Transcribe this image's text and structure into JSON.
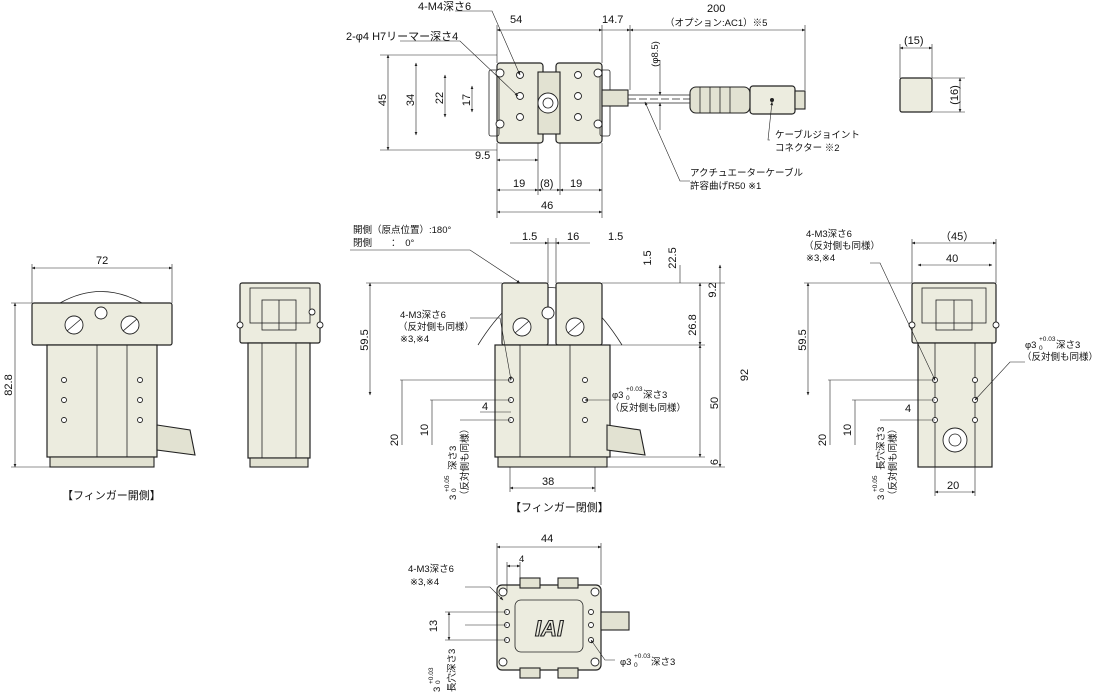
{
  "top_view": {
    "dims": {
      "w54": "54",
      "w14_7": "14.7",
      "w200": "200",
      "option": "（オプション:AC1）※5",
      "h45": "45",
      "h34": "34",
      "h22": "22",
      "h17": "17",
      "w9_5": "9.5",
      "w19a": "19",
      "w8": "(8)",
      "w19b": "19",
      "w46": "46",
      "d8_5": "(φ8.5)"
    },
    "labels": {
      "m4": "4-M4深さ6",
      "phi4": "2-φ4 H7リーマー深さ4",
      "connector1": "ケーブルジョイント",
      "connector2": "コネクター ※2",
      "cable1": "アクチュエーターケーブル",
      "cable2": "許容曲げR50 ※1"
    }
  },
  "top_right": {
    "w15": "(15)",
    "h16": "(16)"
  },
  "left_view": {
    "w72": "72",
    "h82_8": "82.8",
    "caption": "【フィンガー開側】"
  },
  "center_view": {
    "open_label": "開側（原点位置）:180°",
    "close_label": "閉側　　：　0°",
    "dims": {
      "w1_5a": "1.5",
      "w16": "16",
      "w1_5b": "1.5",
      "h1_5": "1.5",
      "h22_5": "22.5",
      "h9_2": "9.2",
      "h26_8": "26.8",
      "h92": "92",
      "h59_5": "59.5",
      "h50": "50",
      "h6": "6",
      "h20": "20",
      "h10": "10",
      "w4": "4",
      "w38": "38"
    },
    "labels": {
      "m3a": "4-M3深さ6",
      "m3b": "（反対側も同様）",
      "m3c": "※3,※4",
      "phi3a": "φ3",
      "phi3tol": "+0.03",
      "phi3zero": "0",
      "phi3b": "深さ3",
      "phi3c": "（反対側も同様）",
      "slot1": "3",
      "slot1tol": "+0.05",
      "slot1zero": "0",
      "slot2": "深さ3",
      "slot3": "（反対側も同様）"
    },
    "caption": "【フィンガー閉側】"
  },
  "right_view": {
    "dims": {
      "w45": "（45）",
      "w40": "40",
      "h59_5": "59.5",
      "h20": "20",
      "h10": "10",
      "w4": "4",
      "w20": "20"
    },
    "labels": {
      "m3a": "4-M3深さ6",
      "m3b": "（反対側も同様）",
      "m3c": "※3,※4",
      "phi3a": "φ3",
      "phi3tol": "+0.03",
      "phi3zero": "0",
      "phi3b": "深さ3",
      "phi3c": "（反対側も同様）",
      "slot1": "3",
      "slot1tol": "+0.05",
      "slot1zero": "0",
      "slot2": "長穴深さ3",
      "slot3": "（反対側も同様）"
    }
  },
  "bottom_view": {
    "dims": {
      "w44": "44",
      "w4": "4",
      "h13": "13"
    },
    "labels": {
      "m3a": "4-M3深さ6",
      "m3b": "※3,※4",
      "phi3a": "φ3",
      "phi3tol": "+0.03",
      "phi3zero": "0",
      "phi3b": "深さ3",
      "slot1": "3",
      "slot1tol": "+0.03",
      "slot1zero": "0",
      "slot2": "長穴深さ3"
    },
    "logo": "IAI"
  }
}
